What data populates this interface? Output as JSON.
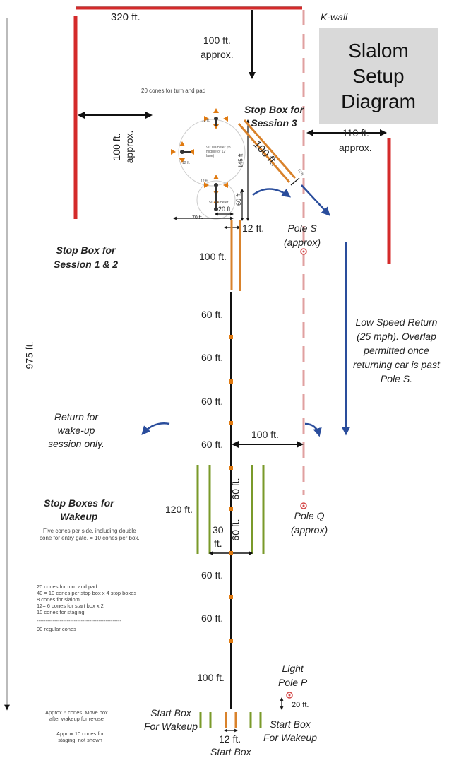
{
  "title": "Slalom\nSetup\nDiagram",
  "labels": {
    "top_width": "320 ft.",
    "top_depth": "100 ft.\napprox.",
    "kwall": "K-wall",
    "left_depth": "100 ft.\napprox.",
    "right_gap": "110 ft.",
    "right_gap_approx": "approx.",
    "turn_cones_note": "20 cones for turn and pad",
    "stop_box_s3": "Stop Box for\nSession 3",
    "s3_len": "100 ft.",
    "s3_width": "12 ft.",
    "pad_145": "145 ft.",
    "pad_60": "60 ft.",
    "pad_20": "20 ft.",
    "pad_70": "70 ft.",
    "circle_big": "90' diameter (to middle of 12' lane)",
    "circle_small": "50' diameter",
    "circle_12a": "12 ft.",
    "circle_12b": "12 ft.",
    "circle_12c": "12 ft.",
    "lane_12": "12 ft.",
    "pole_s": "Pole S\n(approx)",
    "stop_box_s12": "Stop Box for\nSession 1 & 2",
    "d100_top": "100 ft.",
    "total_length": "975 ft.",
    "g1": "60 ft.",
    "g2": "60 ft.",
    "g3": "60 ft.",
    "g4": "60 ft.",
    "low_speed": "Low Speed Return\n(25 mph). Overlap\npermitted once\nreturning car is past\nPole S.",
    "return_wakeup": "Return for\nwake-up\nsession only.",
    "to_pole_q": "100 ft.",
    "wb_60a": "60 ft.",
    "wb_60b": "60 ft.",
    "wb_120": "120 ft.",
    "wb_30": "30\nft.",
    "pole_q": "Pole Q\n(approx)",
    "stop_boxes_wakeup": "Stop Boxes for\nWakeup",
    "wakeup_note": "Five cones per side, including double\ncone for entry gate, = 10 cones per box.",
    "g5": "60 ft.",
    "g6": "60 ft.",
    "cone_list": "20 cones for turn and pad\n40 = 10 cones per stop box x 4 stop boxes\n8 cones for slalom\n12= 6 cones for start box x 2\n10 cones for staging",
    "cone_rule": "------------------------------------------------",
    "cone_total": "90 regular cones",
    "d100_bottom": "100 ft.",
    "light_pole": "Light\nPole P",
    "pole_p_20": "20 ft.",
    "approx6": "Approx 6 cones. Move box\nafter wakeup for re-use",
    "approx10": "Approx 10 cones for\nstaging, not shown",
    "start_box_left": "Start Box\nFor Wakeup",
    "start_box_right": "Start Box\nFor Wakeup",
    "start_12": "12 ft.",
    "start_box": "Start Box"
  },
  "colors": {
    "kwall": "#d42a2a",
    "cone": "#e07a10",
    "stopbox_lane": "#d9822b",
    "wakeup_box": "#7a9a2a",
    "return_arrow": "#2a4d9c",
    "dashed_line": "#e0a0a0",
    "pole": "#d44a4a",
    "dim": "#111111",
    "title_bg": "#d9d9d9"
  },
  "icons": {
    "pole_marker": "pole-circle-icon",
    "cone": "cone-icon"
  }
}
